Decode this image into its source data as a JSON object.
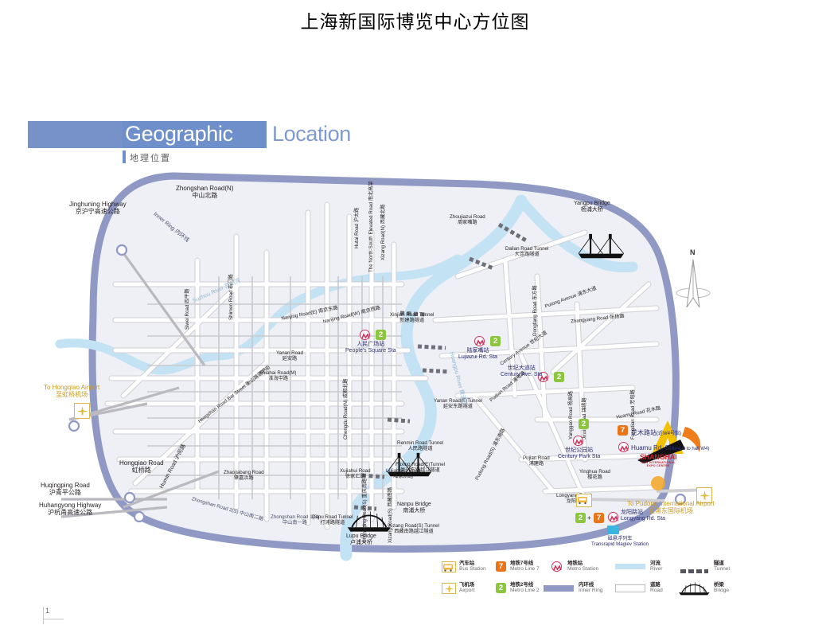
{
  "slide": {
    "title": "上海新国际博览中心方位图",
    "page_number": "1"
  },
  "header": {
    "title_part1": "Geographic",
    "title_part2": "Location",
    "subtitle": "地理位置"
  },
  "compass": {
    "north": "N"
  },
  "map_labels": [
    {
      "id": "jinghuning-highway",
      "en": "Jinghuning Highway",
      "cn": "京沪宁高速公路"
    },
    {
      "id": "zhongshan-road-n",
      "en": "Zhongshan Road(N)",
      "cn": "中山北路"
    },
    {
      "id": "inner-ring",
      "en": "Inner Ring",
      "cn": "内环线"
    },
    {
      "id": "suzhou-river",
      "en": "Suzhou River",
      "cn": "苏州河"
    },
    {
      "id": "hutai-road",
      "en": "Hutai Road",
      "cn": "沪太路"
    },
    {
      "id": "north-south-elevated-road",
      "en": "The North-South Elevated Road",
      "cn": "南北高架"
    },
    {
      "id": "xizang-road-n",
      "en": "Xizang Road(N)",
      "cn": "西藏北路"
    },
    {
      "id": "zhoujiazui-road",
      "en": "Zhoujiazui Road",
      "cn": "周家嘴路"
    },
    {
      "id": "dalian-road-tunnel",
      "en": "Dalian Road Tunnel",
      "cn": "大连路隧道"
    },
    {
      "id": "yangpu-bridge",
      "en": "Yangpu Bridge",
      "cn": "杨浦大桥"
    },
    {
      "id": "xinjian-road-tunnel",
      "en": "Xinjian Road Tunnel",
      "cn": "新建路隧道"
    },
    {
      "id": "huangpu-river",
      "en": "Huangpu River",
      "cn": "黄浦江"
    },
    {
      "id": "putong-avenue",
      "en": "Putong Avenue",
      "cn": "浦东大道"
    },
    {
      "id": "siwei-road",
      "en": "Siwei Road",
      "cn": "四平路"
    },
    {
      "id": "shimen-road",
      "en": "Shimen Road",
      "cn": "石门路"
    },
    {
      "id": "chengdu-road-n",
      "en": "Chengdu Road(N)",
      "cn": "成都北路"
    },
    {
      "id": "nanjing-road-w",
      "en": "Nanjing Road(W)",
      "cn": "南京西路"
    },
    {
      "id": "nanjing-road-e",
      "en": "Nanjing Road(E)",
      "cn": "南京东路"
    },
    {
      "id": "yanan-road-e-tunnel",
      "en": "Yanan Road(E)Tunnel",
      "cn": "延安东路隧道"
    },
    {
      "id": "zhangyang-road",
      "en": "Zhangyang Road",
      "cn": "张杨路"
    },
    {
      "id": "dongfang-road",
      "en": "Dongfang Road",
      "cn": "东方路"
    },
    {
      "id": "century-avenue",
      "en": "Century Avenue",
      "cn": "世纪大道"
    },
    {
      "id": "yanan-road",
      "en": "Yanan Road",
      "cn": "延安路"
    },
    {
      "id": "huahai-road-m",
      "en": "Huahai Road(M)",
      "cn": "淮海中路"
    },
    {
      "id": "renmin-road-tunnel",
      "en": "Renmin Road Tunnel",
      "cn": "人民路隧道"
    },
    {
      "id": "fuxing-road-e-tunnel",
      "en": "Fuxing Road(E)Tunnel",
      "cn": "复兴东路越江隧道"
    },
    {
      "id": "hengshan-road-bar-street",
      "en": "Hengshan Road Bar Street",
      "cn": "衡山路酒吧街"
    },
    {
      "id": "chongqing-road-s",
      "en": "Chongqing Road(S)",
      "cn": "重庆南路"
    },
    {
      "id": "xizang-road-s",
      "en": "Xizang Road(S)",
      "cn": "西藏南路"
    },
    {
      "id": "pudong-road-s",
      "en": "Pudong Road(S)",
      "cn": "浦东南路"
    },
    {
      "id": "pudian-road",
      "en": "Pudian Road",
      "cn": "浦电路"
    },
    {
      "id": "yanggao-road",
      "en": "Yanggao Road",
      "cn": "杨高路"
    },
    {
      "id": "jinxiu-road",
      "en": "Jinxiu Road",
      "cn": "锦绣路"
    },
    {
      "id": "huamu-road",
      "en": "Huamu Road",
      "cn": "花木路"
    },
    {
      "id": "fangdian-road",
      "en": "Fangdian Road",
      "cn": "芳甸路"
    },
    {
      "id": "pujian-road",
      "en": "Pujian Road",
      "cn": "浦建路"
    },
    {
      "id": "yinghua-road",
      "en": "Yinghua Road",
      "cn": "樱花路"
    },
    {
      "id": "longyang-road",
      "en": "Longyang Road",
      "cn": "龙阳路"
    },
    {
      "id": "hongqiao-road",
      "en": "Hongqiao Road",
      "cn": "虹桥路"
    },
    {
      "id": "humin-road",
      "en": "Humin Road",
      "cn": "沪闵路"
    },
    {
      "id": "huqingping-road",
      "en": "Huqingping Road",
      "cn": "沪青平公路"
    },
    {
      "id": "huhangyong-highway",
      "en": "Huhangyong Highway",
      "cn": "沪杭甬高速公路"
    },
    {
      "id": "zhaojiabang-road",
      "en": "Zhaojiabang Road",
      "cn": "肇嘉浜路"
    },
    {
      "id": "zhongshan-road-2s",
      "en": "Zhongshan Road 2(S)",
      "cn": "中山南二路"
    },
    {
      "id": "zhongshan-road-1s",
      "en": "Zhongshan Road 1(S)",
      "cn": "中山南一路"
    },
    {
      "id": "xujiahui-road",
      "en": "Xujiahui Road",
      "cn": "徐家汇路"
    },
    {
      "id": "lujiabang-road",
      "en": "Lujiabang Road",
      "cn": "陆家浜路"
    },
    {
      "id": "nanpu-bridge",
      "en": "Nanpu Bridge",
      "cn": "南浦大桥"
    },
    {
      "id": "xizang-road-s-tunnel",
      "en": "Xizang Road(S) Tunnel",
      "cn": "西藏南路越江隧道"
    },
    {
      "id": "dapu-road-tunnel",
      "en": "Dapu Road Tunnel",
      "cn": "打浦路隧道"
    },
    {
      "id": "lupu-bridge",
      "en": "Lupu Bridge",
      "cn": "卢浦大桥"
    }
  ],
  "stations": [
    {
      "id": "peoples-square",
      "cn": "人民广场站",
      "en": "People's Square Sta"
    },
    {
      "id": "lujiazui",
      "cn": "陆家嘴站",
      "en": "Lujiazui Rd. Sta"
    },
    {
      "id": "century-avenue-sta",
      "cn": "世纪大道站",
      "en": "Century Ave. Sta"
    },
    {
      "id": "century-park",
      "cn": "世纪公园站",
      "en": "Century Park Sta"
    },
    {
      "id": "huamu-road-sta",
      "cn": "花木路站",
      "cn_note": "(近W4号馆)",
      "en": "Huamu Rd. Sta",
      "en_note": "(next to hall W4)"
    },
    {
      "id": "longyang-road-sta",
      "cn": "龙阳路站",
      "en": "Longyang Rd. Sta"
    },
    {
      "id": "maglev",
      "cn": "磁悬浮列车",
      "en": "Transrapid Maglev Station"
    }
  ],
  "airports": [
    {
      "id": "hongqiao",
      "en": "To Hongqiao Airport",
      "cn": "至虹桥机场"
    },
    {
      "id": "pudong",
      "en": "To Pudong International Airport",
      "cn": "至浦东国际机场"
    }
  ],
  "venue": {
    "name": "SHANGHAI",
    "sub1": "NEW INTERNATIONAL",
    "sub2": "EXPO CENTRE"
  },
  "legend": {
    "items": [
      {
        "id": "bus-station",
        "cn": "汽车站",
        "en": "Bus Station",
        "icon": "bus-icon",
        "col": 0,
        "row": 0
      },
      {
        "id": "airport",
        "cn": "飞机场",
        "en": "Airport",
        "icon": "airport-icon",
        "col": 0,
        "row": 1
      },
      {
        "id": "metro-line-7",
        "cn": "地铁7号线",
        "en": "Metro Line 7",
        "icon": "line7-icon",
        "col": 1,
        "row": 0,
        "badge": "7"
      },
      {
        "id": "metro-line-2",
        "cn": "地铁2号线",
        "en": "Metro Line 2",
        "icon": "line2-icon",
        "col": 1,
        "row": 1,
        "badge": "2"
      },
      {
        "id": "metro-station",
        "cn": "地铁站",
        "en": "Metro Station",
        "icon": "metro-station-icon",
        "col": 2,
        "row": 0
      },
      {
        "id": "inner-ring",
        "cn": "内环线",
        "en": "Inner Ring",
        "icon": "inner-ring-swatch",
        "col": 2,
        "row": 1
      },
      {
        "id": "river",
        "cn": "河流",
        "en": "River",
        "icon": "river-swatch",
        "col": 3,
        "row": 0
      },
      {
        "id": "road",
        "cn": "道路",
        "en": "Road",
        "icon": "road-swatch",
        "col": 3,
        "row": 1
      },
      {
        "id": "tunnel",
        "cn": "隧道",
        "en": "Tunnel",
        "icon": "tunnel-swatch",
        "col": 4,
        "row": 0
      },
      {
        "id": "bridge",
        "cn": "桥梁",
        "en": "Bridge",
        "icon": "bridge-icon",
        "col": 4,
        "row": 1
      }
    ]
  },
  "colors": {
    "banner": "#7792c9",
    "inner_ring": "#9099c4",
    "river": "#c3e2f4",
    "metro_line_2": "#8cc63f",
    "metro_line_7": "#e8751a",
    "metro_station": "#d4305a",
    "airport_gold": "#c99a20",
    "land": "#eef0f6"
  }
}
